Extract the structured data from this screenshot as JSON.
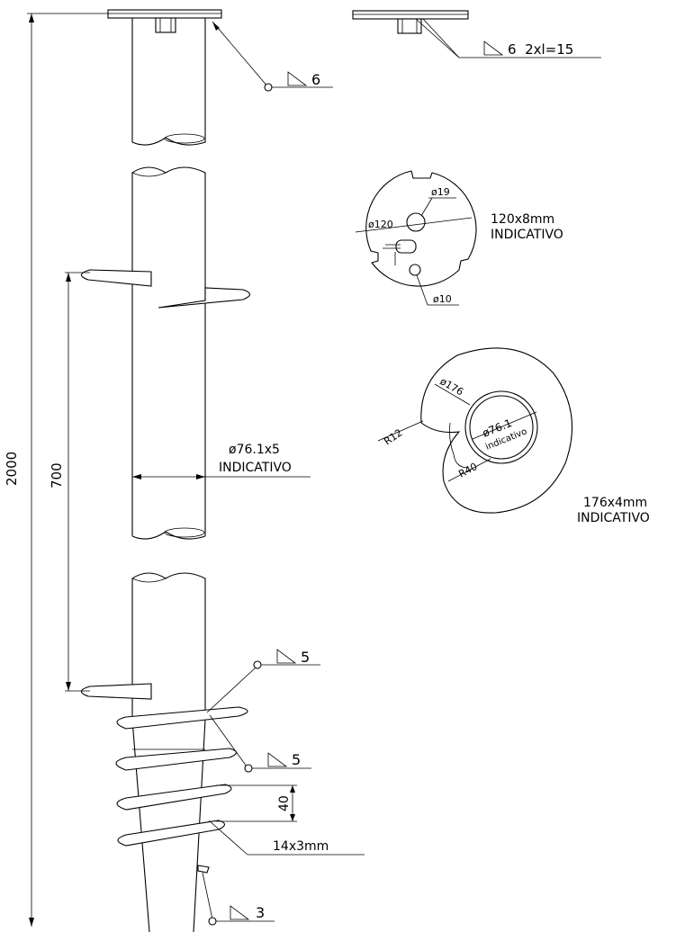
{
  "dimensions": {
    "total_length": "2000",
    "helix_spacing": "700",
    "tube": "ø76.1x5",
    "tube_note": "INDICATIVO",
    "pitch": "40",
    "helix_wire": "14x3mm"
  },
  "welds": {
    "top_plate": "6",
    "plate_detail": "6  2xl=15",
    "helix_upper": "5",
    "helix_lower": "5",
    "tip": "3"
  },
  "plate_detail": {
    "hole_small": "ø19",
    "diameter": "ø120",
    "hole_bottom": "ø10",
    "size": "120x8mm",
    "note": "INDICATIVO"
  },
  "helix_detail": {
    "outer": "ø176",
    "radius_small": "R12",
    "inner": "ø76.1",
    "inner_note": "indicativo",
    "radius_large": "R40",
    "size": "176x4mm",
    "note": "INDICATIVO"
  }
}
